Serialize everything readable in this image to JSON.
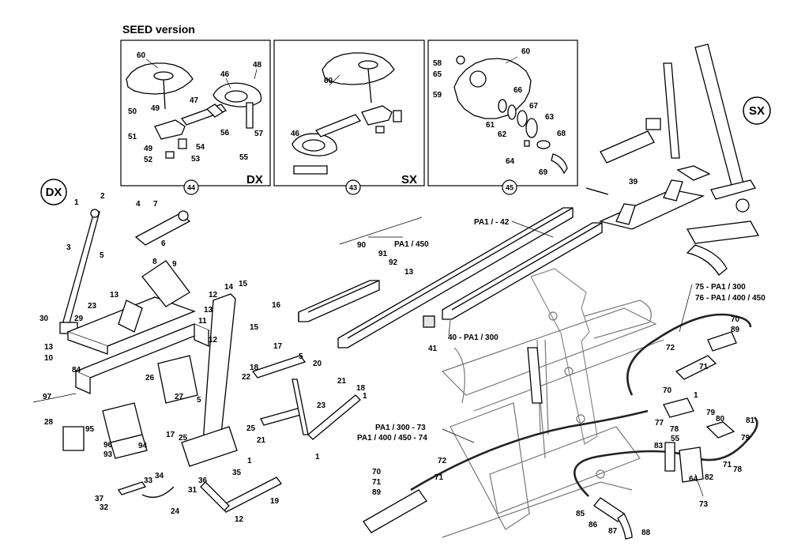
{
  "header": {
    "title": "SEED version"
  },
  "insets": [
    {
      "side": "DX",
      "number": "44"
    },
    {
      "side": "SX",
      "number": "43"
    },
    {
      "side": "",
      "number": "45"
    }
  ],
  "side_badges": {
    "left": "DX",
    "right": "SX"
  },
  "assembly_labels": {
    "pa1_42": "PA1 / - 42",
    "pa1_450": "PA1 / 450",
    "pa1_300_40": "40 - PA1 / 300",
    "hose_75": "75 - PA1 / 300",
    "hose_76": "76 - PA1 / 400 / 450",
    "hose_73a": "PA1 / 300 - 73",
    "hose_73b": "PA1 / 400 / 450 - 74"
  },
  "callouts": {
    "inset44": [
      "60",
      "46",
      "48",
      "47",
      "50",
      "49",
      "51",
      "56",
      "57",
      "49",
      "54",
      "52",
      "53",
      "55"
    ],
    "inset43": [
      "60",
      "46"
    ],
    "inset45": [
      "60",
      "58",
      "65",
      "59",
      "66",
      "67",
      "61",
      "63",
      "62",
      "68",
      "64",
      "69"
    ],
    "left": [
      "1",
      "2",
      "3",
      "4",
      "7",
      "6",
      "5",
      "8",
      "9",
      "13",
      "23",
      "30",
      "29",
      "13",
      "10",
      "84",
      "97",
      "28",
      "95",
      "96",
      "93",
      "94",
      "26",
      "27",
      "11",
      "13",
      "12",
      "12",
      "14",
      "15",
      "16",
      "15",
      "17",
      "25",
      "5",
      "35",
      "1",
      "18",
      "22",
      "17",
      "5",
      "20",
      "21",
      "18",
      "1",
      "23",
      "25",
      "21",
      "1",
      "33",
      "34",
      "37",
      "32",
      "36",
      "31",
      "24",
      "12",
      "19"
    ],
    "middle": [
      "90",
      "91",
      "92",
      "13",
      "41",
      "39"
    ],
    "right": [
      "70",
      "89",
      "72",
      "71",
      "1",
      "70",
      "79",
      "80",
      "77",
      "78",
      "81",
      "55",
      "83",
      "79",
      "71",
      "78",
      "64",
      "82",
      "73",
      "85",
      "86",
      "87",
      "88",
      "72",
      "70",
      "71",
      "89",
      "71"
    ]
  }
}
